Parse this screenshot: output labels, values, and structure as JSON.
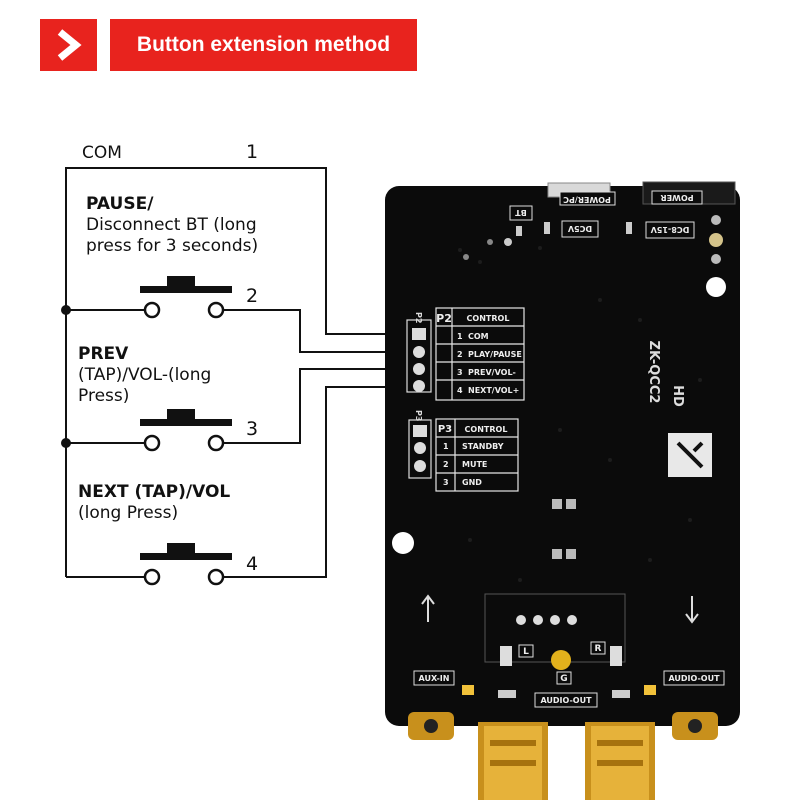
{
  "header": {
    "title": "Button extension method"
  },
  "wiring": {
    "com_label": "COM",
    "pin1": "1",
    "pin2": "2",
    "pin3": "3",
    "pin4": "4",
    "btn_pause": [
      "PAUSE/",
      "Disconnect BT (long",
      "press for 3 seconds)"
    ],
    "btn_prev": [
      "PREV",
      "(TAP)/VOL-(long",
      "Press)"
    ],
    "btn_next": [
      "NEXT (TAP)/VOL",
      "(long Press)"
    ]
  },
  "board": {
    "labels": {
      "power_pc": "POWER/PC",
      "power": "POWER",
      "bt": "BT",
      "dc5v": "DC5V",
      "dc8_15v": "DC8-15V",
      "model": "ZK-QCC2",
      "hd": "HD",
      "p2": "P2",
      "p3": "P3",
      "aux_in": "AUX-IN",
      "audio_out_left": "AUDIO-OUT",
      "audio_out_right": "AUDIO-OUT",
      "l": "L",
      "r": "R",
      "g": "G"
    },
    "p2_table": {
      "title": "P2",
      "header": "CONTROL",
      "rows": [
        [
          "1",
          "COM"
        ],
        [
          "2",
          "PLAY/PAUSE"
        ],
        [
          "3",
          "PREV/VOL-"
        ],
        [
          "4",
          "NEXT/VOL+"
        ]
      ]
    },
    "p3_table": {
      "title": "P3",
      "header": "CONTROL",
      "rows": [
        [
          "1",
          "STANDBY"
        ],
        [
          "2",
          "MUTE"
        ],
        [
          "3",
          "GND"
        ]
      ]
    }
  }
}
